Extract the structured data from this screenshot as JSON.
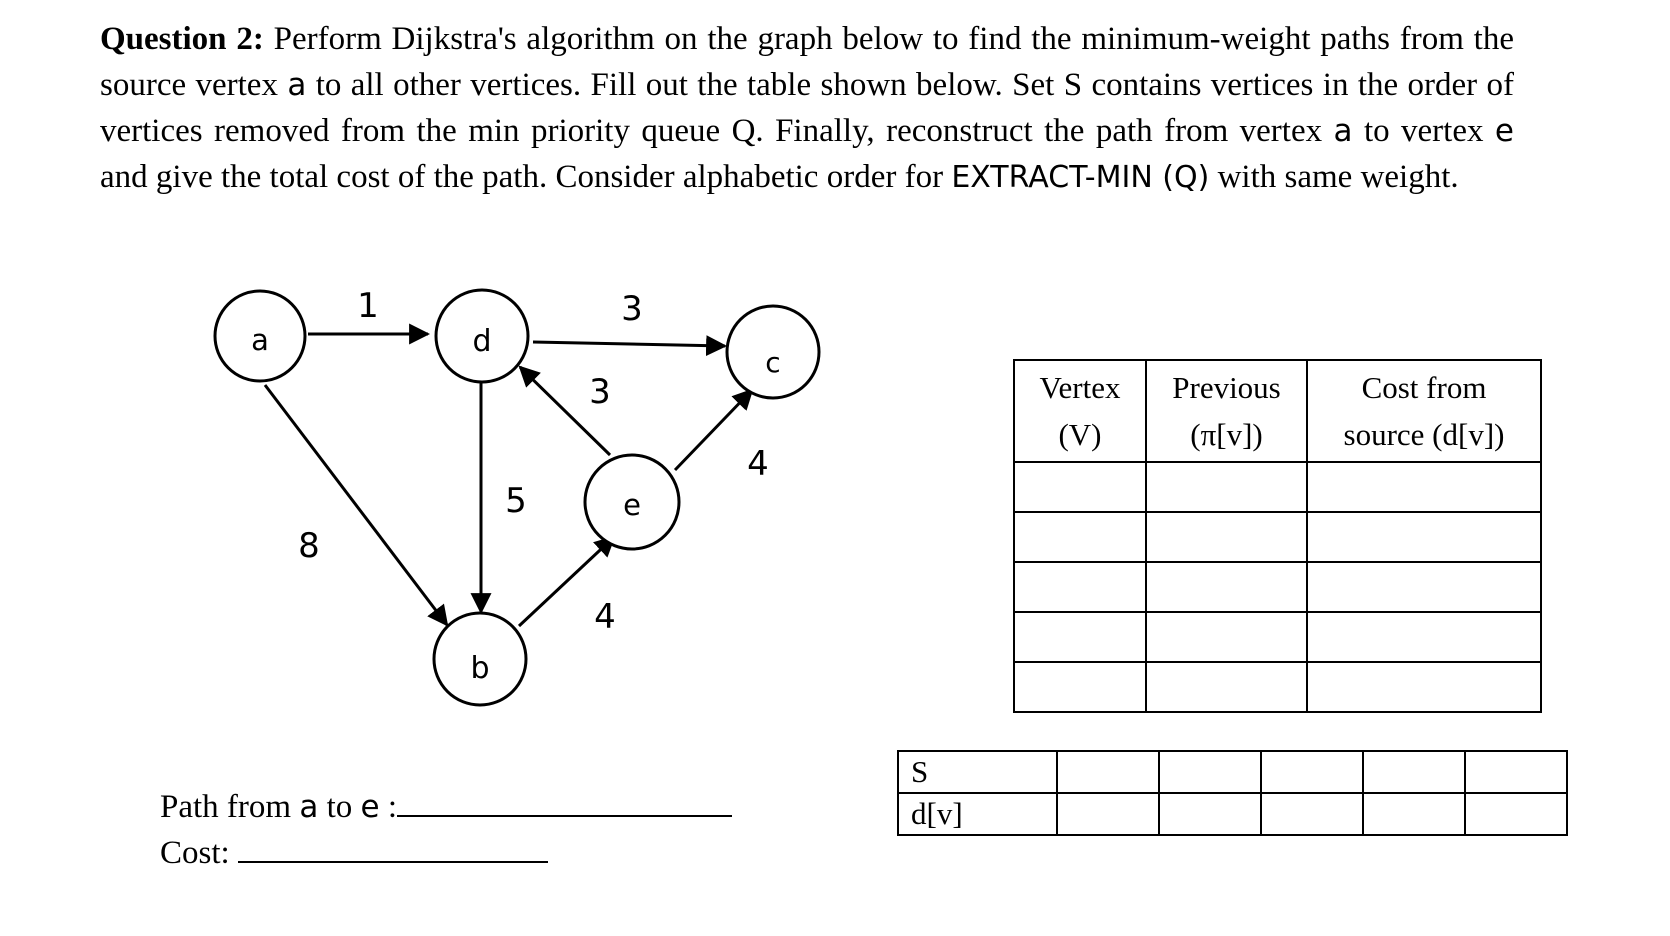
{
  "question": {
    "label": "Question 2:",
    "part1": " Perform Dijkstra's algorithm on the graph below to find the minimum-weight paths from the source vertex ",
    "source_vertex": "a",
    "part2": "  to all other vertices. Fill out the table shown below. Set S contains vertices in the order of vertices removed from the min priority queue Q.  Finally, reconstruct the path from vertex ",
    "from_vertex": "a",
    "part3": " to vertex ",
    "to_vertex": "e",
    "part4": " and give the total cost of the path. Consider alphabetic order for ",
    "extract_min": "EXTRACT-MIN (Q)",
    "part5": " with same weight."
  },
  "graph": {
    "nodes": [
      {
        "id": "a",
        "label": "a"
      },
      {
        "id": "d",
        "label": "d"
      },
      {
        "id": "c",
        "label": "c"
      },
      {
        "id": "e",
        "label": "e"
      },
      {
        "id": "b",
        "label": "b"
      }
    ],
    "edges": [
      {
        "from": "a",
        "to": "d",
        "weight": "1"
      },
      {
        "from": "d",
        "to": "c",
        "weight": "3"
      },
      {
        "from": "e",
        "to": "d",
        "weight": "3"
      },
      {
        "from": "e",
        "to": "c",
        "weight": "4"
      },
      {
        "from": "d",
        "to": "b",
        "weight": "5"
      },
      {
        "from": "a",
        "to": "b",
        "weight": "8"
      },
      {
        "from": "b",
        "to": "e",
        "weight": "4"
      }
    ]
  },
  "vertex_table": {
    "headers": [
      {
        "line1": "Vertex",
        "line2": "(V)"
      },
      {
        "line1": "Previous",
        "line2": "(π[v])"
      },
      {
        "line1": "Cost from",
        "line2": "source (d[v])"
      }
    ],
    "empty_rows": 5
  },
  "s_table": {
    "row1_label": "S",
    "row2_label": "d[v]",
    "empty_columns": 5
  },
  "answers": {
    "path_prefix": "Path from ",
    "path_from": "a",
    "path_mid": " to ",
    "path_to": "e",
    "path_suffix": " :",
    "cost_label": "Cost: "
  }
}
